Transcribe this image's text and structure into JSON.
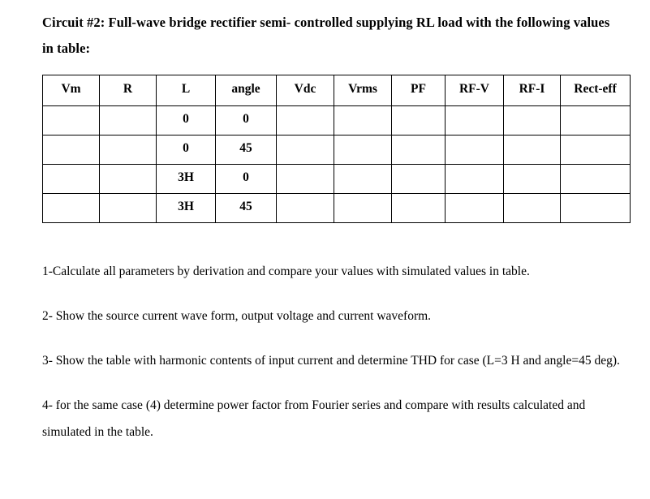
{
  "document": {
    "title": "Circuit #2: Full-wave bridge rectifier semi- controlled supplying RL load with the following values in table:"
  },
  "table": {
    "columns": [
      {
        "key": "vm",
        "label": "Vm"
      },
      {
        "key": "r",
        "label": "R"
      },
      {
        "key": "l",
        "label": "L"
      },
      {
        "key": "angle",
        "label": "angle"
      },
      {
        "key": "vdc",
        "label": "Vdc"
      },
      {
        "key": "vrms",
        "label": "Vrms"
      },
      {
        "key": "pf",
        "label": "PF"
      },
      {
        "key": "rfv",
        "label": "RF-V"
      },
      {
        "key": "rfi",
        "label": "RF-I"
      },
      {
        "key": "recteff",
        "label": "Rect-eff"
      }
    ],
    "rows": [
      {
        "vm": "",
        "r": "",
        "l": "0",
        "angle": "0",
        "vdc": "",
        "vrms": "",
        "pf": "",
        "rfv": "",
        "rfi": "",
        "recteff": ""
      },
      {
        "vm": "",
        "r": "",
        "l": "0",
        "angle": "45",
        "vdc": "",
        "vrms": "",
        "pf": "",
        "rfv": "",
        "rfi": "",
        "recteff": ""
      },
      {
        "vm": "",
        "r": "",
        "l": "3H",
        "angle": "0",
        "vdc": "",
        "vrms": "",
        "pf": "",
        "rfv": "",
        "rfi": "",
        "recteff": ""
      },
      {
        "vm": "",
        "r": "",
        "l": "3H",
        "angle": "45",
        "vdc": "",
        "vrms": "",
        "pf": "",
        "rfv": "",
        "rfi": "",
        "recteff": ""
      }
    ]
  },
  "questions": [
    {
      "id": "q1",
      "text": "1-Calculate all parameters by derivation and compare your values with simulated values in table."
    },
    {
      "id": "q2",
      "text": "2- Show the source current wave form, output voltage and current waveform."
    },
    {
      "id": "q3",
      "text": "3- Show the table with harmonic contents of input current and determine THD for case (L=3 H and angle=45 deg)."
    },
    {
      "id": "q4",
      "text": "4- for the same case (4) determine power factor from Fourier series and compare with results calculated and simulated in the table."
    }
  ],
  "colors": {
    "background": "#ffffff",
    "text": "#000000",
    "table_border": "#000000"
  }
}
